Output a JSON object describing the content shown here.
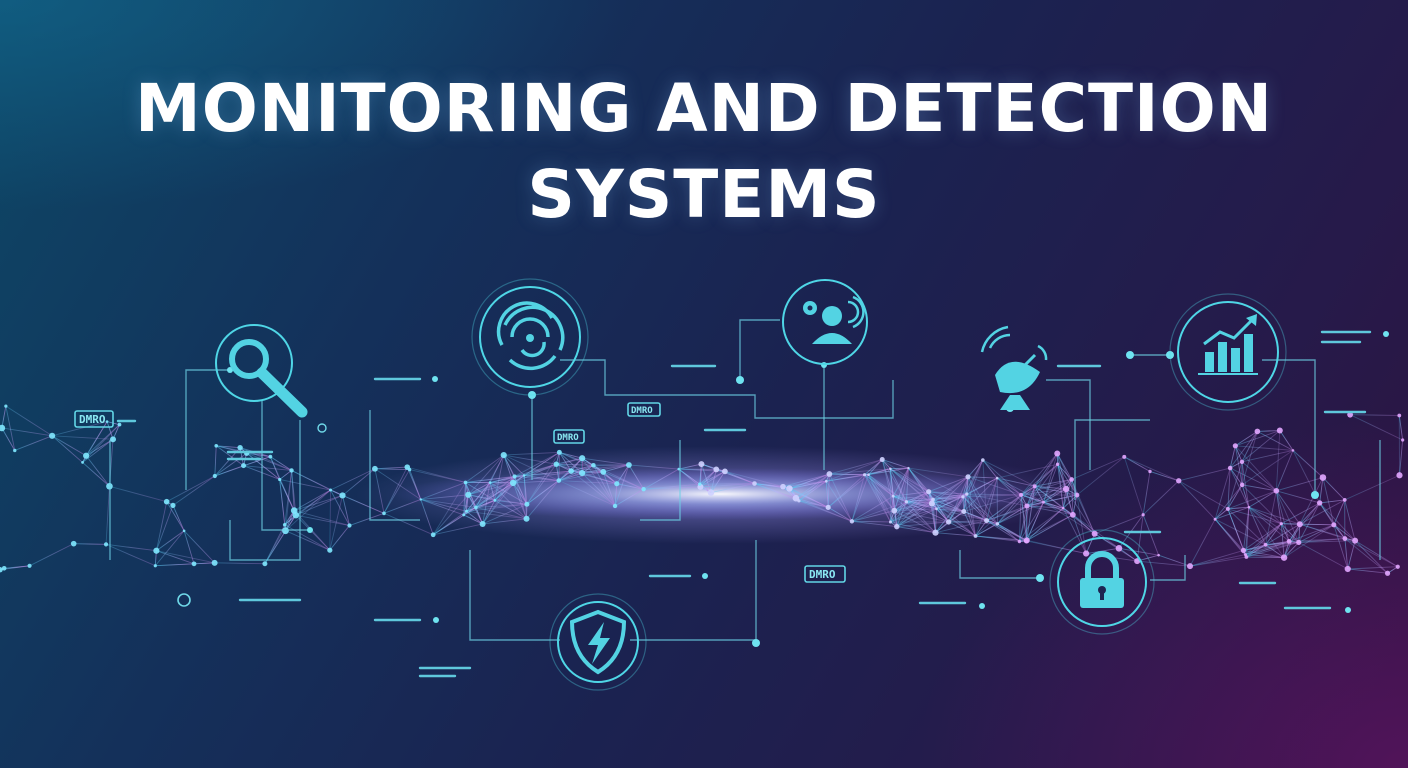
{
  "heading": {
    "line1": "MONITORING AND DETECTION",
    "line2": "SYSTEMS"
  },
  "tags": [
    "DMRO",
    "DMRO",
    "DMRO",
    "DMRO"
  ],
  "icons": [
    "magnifier-icon",
    "radar-icon",
    "user-gear-icon",
    "satellite-dish-icon",
    "bar-chart-icon",
    "shield-bolt-icon",
    "padlock-icon"
  ],
  "colors": {
    "accent": "#53d3e3",
    "text": "#ffffff",
    "background_left": "#0d4766",
    "background_right": "#2e1340"
  }
}
